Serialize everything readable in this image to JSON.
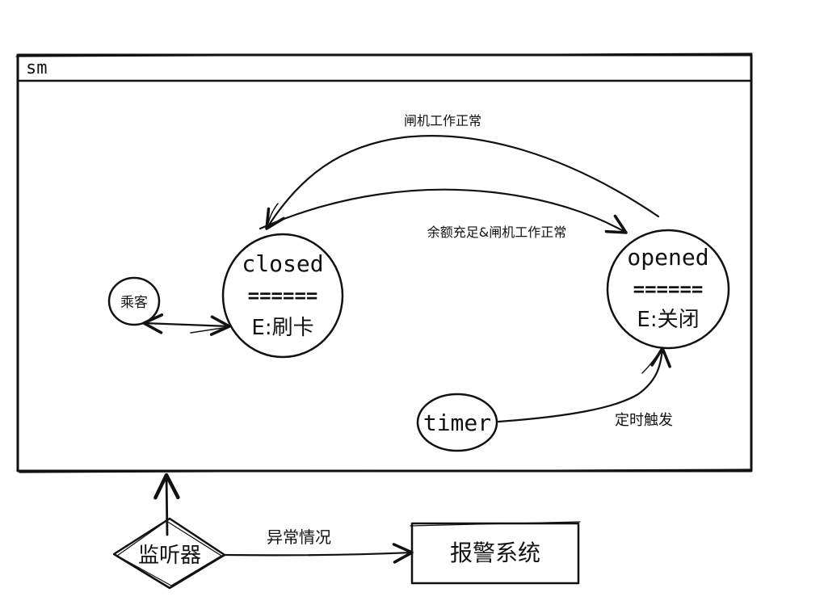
{
  "frame": {
    "title": "sm"
  },
  "states": {
    "closed": {
      "name": "closed",
      "separator": "======",
      "entry": "E:刷卡"
    },
    "opened": {
      "name": "opened",
      "separator": "======",
      "entry": "E:关闭"
    },
    "passenger": {
      "label": "乘客"
    },
    "timer": {
      "label": "timer"
    }
  },
  "transitions": {
    "opened_to_closed": "闸机工作正常",
    "closed_to_opened": "余额充足&闸机工作正常",
    "timer_to_opened": "定时触发",
    "monitor_to_alarm": "异常情况"
  },
  "external": {
    "monitor": "监听器",
    "alarm_system": "报警系统"
  },
  "colors": {
    "ink": "#111111",
    "background": "#ffffff"
  }
}
